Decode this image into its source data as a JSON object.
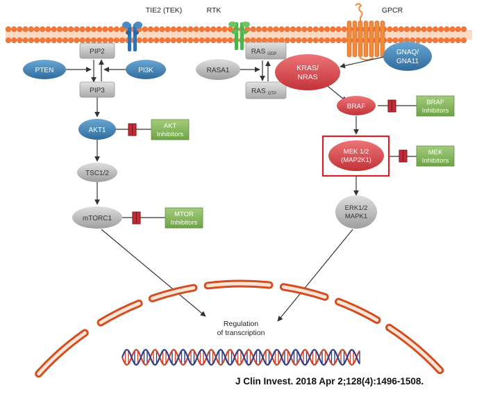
{
  "membrane_labels": {
    "tie2": "TIE2 (TEK)",
    "rtk": "RTK",
    "gpcr": "GPCR"
  },
  "nodes": {
    "pip2": "PIP2",
    "pip3": "PIP3",
    "pten": "PTEN",
    "pi3k": "PI3K",
    "akt1": "AKT1",
    "tsc12": "TSC1/2",
    "mtorc1": "mTORC1",
    "rasa1": "RASA1",
    "ras_gdp": {
      "main": "RAS",
      "sub": "GDP"
    },
    "ras_gtp": {
      "main": "RAS",
      "sub": "GTP"
    },
    "kras_nras": [
      "KRAS/",
      "NRAS"
    ],
    "gnaq_gna11": [
      "GNAQ/",
      "GNA11"
    ],
    "braf": "BRAF",
    "mek": [
      "MEK 1/2",
      "(MAP2K1)"
    ],
    "erk": [
      "ERK1/2",
      "MAPK1"
    ]
  },
  "inhibitors": {
    "akt": [
      "AKT",
      "Inhibitors"
    ],
    "mtor": [
      "MTOR",
      "Inhibitors"
    ],
    "braf": [
      "BRAF",
      "Inhibitors"
    ],
    "mek": [
      "MEK",
      "Inhibitors"
    ]
  },
  "nucleus_label": [
    "Regulation",
    "of transcription"
  ],
  "citation": "J Clin Invest. 2018 Apr 2;128(4):1496-1508.",
  "colors": {
    "membrane": "#f0793a",
    "membrane_dark": "#d85a1e",
    "blue_node": "#3f7fb0",
    "gray_box": "#c8c8c8",
    "gray_node": "#bdbdbd",
    "red_node": "#d8474d",
    "inhibitor_box": "#86b65e",
    "inhibitor_bar": "#c62a36",
    "highlight": "#d61f26",
    "nucleus": "#d24d1f",
    "dna_red": "#c8452e",
    "dna_blue": "#2e3f8a"
  }
}
